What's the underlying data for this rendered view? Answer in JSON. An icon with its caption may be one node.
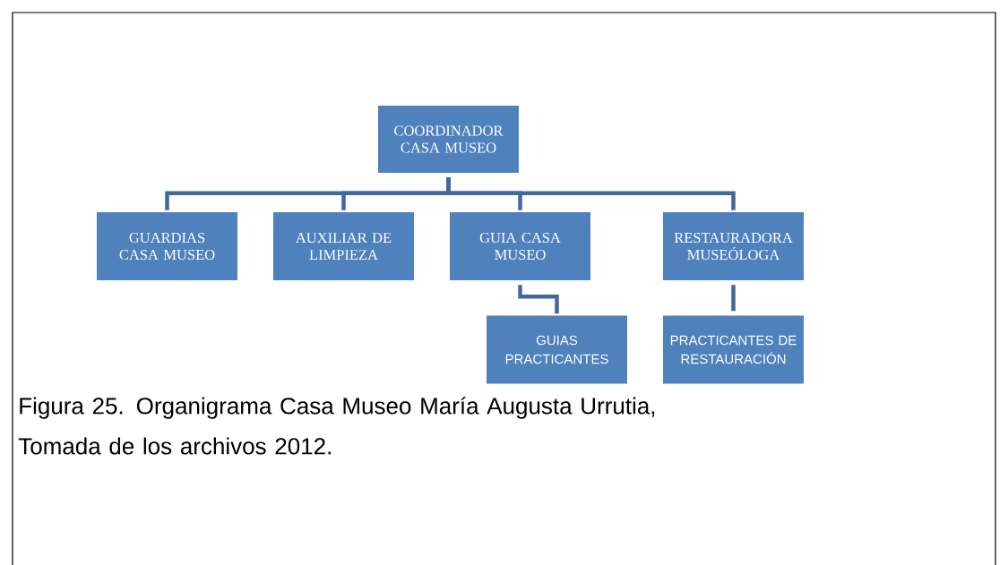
{
  "diagram": {
    "caption": "Figura 25. Organigrama Casa Museo María Augusta Urrutia, Tomada de los archivos 2012.",
    "nodes": [
      {
        "text": [
          "COORDINADOR CASA MUSEO"
        ]
      },
      {
        "text": [
          "GUARDIAS CASA MUSEO"
        ]
      },
      {
        "text": [
          "AUXILIAR DE LIMPIEZA"
        ]
      },
      {
        "text": [
          "GUIA CASA MUSEO"
        ]
      },
      {
        "text": [
          "RESTAURADORA MUSEÓLOGA"
        ]
      },
      {
        "text": [
          "GUIAS PRACTICANTES"
        ]
      },
      {
        "text": [
          "PRACTICANTES DE RESTAURACIÓN"
        ]
      }
    ],
    "edges": [
      {
        "from": 0,
        "to": 1,
        "arrow": "none"
      },
      {
        "from": 0,
        "to": 2,
        "arrow": "none"
      },
      {
        "from": 0,
        "to": 3,
        "arrow": "none"
      },
      {
        "from": 0,
        "to": 4,
        "arrow": "none"
      },
      {
        "from": 3,
        "to": 5,
        "arrow": "none"
      },
      {
        "from": 4,
        "to": 6,
        "arrow": "none"
      }
    ]
  }
}
